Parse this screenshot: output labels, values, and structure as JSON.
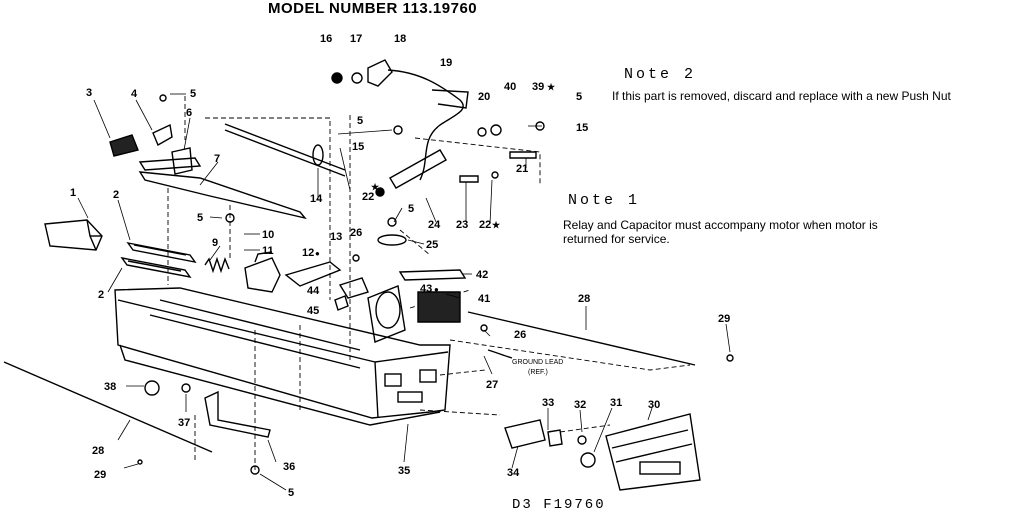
{
  "title": "MODEL NUMBER 113.19760",
  "note2": {
    "heading": "Note 2",
    "text": "If this part is removed, discard and replace with a new Push Nut"
  },
  "note1": {
    "heading": "Note 1",
    "line1": "Relay and Capacitor must accompany motor when motor is",
    "line2": "returned for service."
  },
  "ground_lead": {
    "line1": "GROUND LEAD",
    "line2": "(REF.)"
  },
  "footer": "D3  F19760",
  "callouts": [
    "1",
    "2",
    "2",
    "3",
    "4",
    "5",
    "6",
    "7",
    "5",
    "10",
    "11",
    "9",
    "12",
    "13",
    "26",
    "14",
    "15",
    "5",
    "16",
    "17",
    "18",
    "19",
    "20",
    "40",
    "39",
    "5",
    "15",
    "21",
    "22",
    "23",
    "22",
    "24",
    "25",
    "5",
    "42",
    "43",
    "41",
    "44",
    "45",
    "26",
    "28",
    "29",
    "27",
    "38",
    "37",
    "28",
    "29",
    "36",
    "5",
    "35",
    "33",
    "32",
    "31",
    "30",
    "34"
  ],
  "markers": {
    "star": "★",
    "dot": "●"
  }
}
